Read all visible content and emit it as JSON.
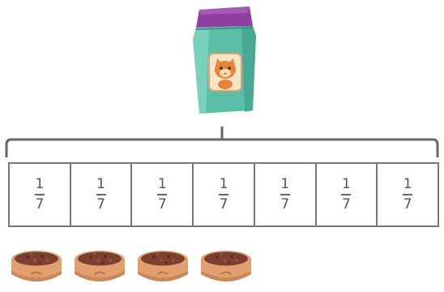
{
  "diagram": {
    "whole_object": "cat-food-bag",
    "parts": [
      {
        "numerator": "1",
        "denominator": "7"
      },
      {
        "numerator": "1",
        "denominator": "7"
      },
      {
        "numerator": "1",
        "denominator": "7"
      },
      {
        "numerator": "1",
        "denominator": "7"
      },
      {
        "numerator": "1",
        "denominator": "7"
      },
      {
        "numerator": "1",
        "denominator": "7"
      },
      {
        "numerator": "1",
        "denominator": "7"
      }
    ],
    "bowl_count": 4,
    "colors": {
      "bag_teal": "#5bbfa8",
      "bag_top_purple": "#8e3fa0",
      "bowl_orange": "#e2a070",
      "food_brown": "#7a4030",
      "outline_gray": "#777777"
    }
  }
}
